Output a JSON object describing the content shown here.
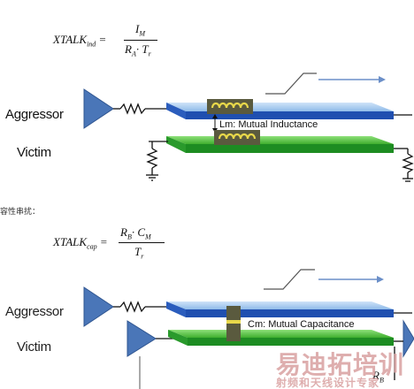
{
  "eq1": {
    "lhs": "XTALK",
    "lhs_sub": "ind",
    "numerator": "I",
    "numerator_sub": "M",
    "denominator": "R",
    "denominator_sub": "A",
    "denominator_rest": "· T",
    "denominator_rest_sub": "r"
  },
  "eq2": {
    "lhs": "XTALK",
    "lhs_sub": "cap",
    "numerator": "R",
    "numerator_sub": "B",
    "numerator_rest": "· C",
    "numerator_rest_sub": "M",
    "denominator": "T",
    "denominator_sub": "r"
  },
  "top": {
    "aggressor": "Aggressor",
    "victim": "Victim",
    "coupling": "Lm: Mutual Inductance"
  },
  "bottom": {
    "aggressor": "Aggressor",
    "victim": "Victim",
    "coupling": "Cm: Mutual Capacitance",
    "resistor_label": "R",
    "resistor_sub": "B"
  },
  "section_heading": "容性串扰：",
  "watermark": {
    "brand": "易迪拓培训",
    "tagline": "射频和天线设计专家"
  },
  "colors": {
    "aggressor_trace": "#9ec6ee",
    "victim_trace": "#4dba3c",
    "driver": "#4a76b8",
    "coupler": "#5a5a3e",
    "watermark": "#d9a0a0"
  }
}
